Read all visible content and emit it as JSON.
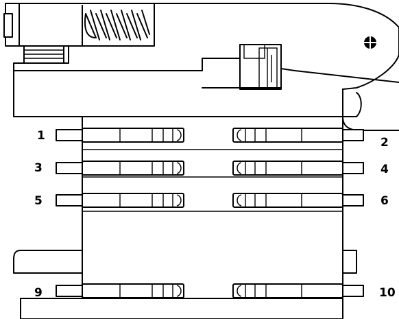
{
  "drawing": {
    "pin_labels": [
      "1",
      "2",
      "3",
      "4",
      "5",
      "6",
      "9",
      "10"
    ]
  }
}
